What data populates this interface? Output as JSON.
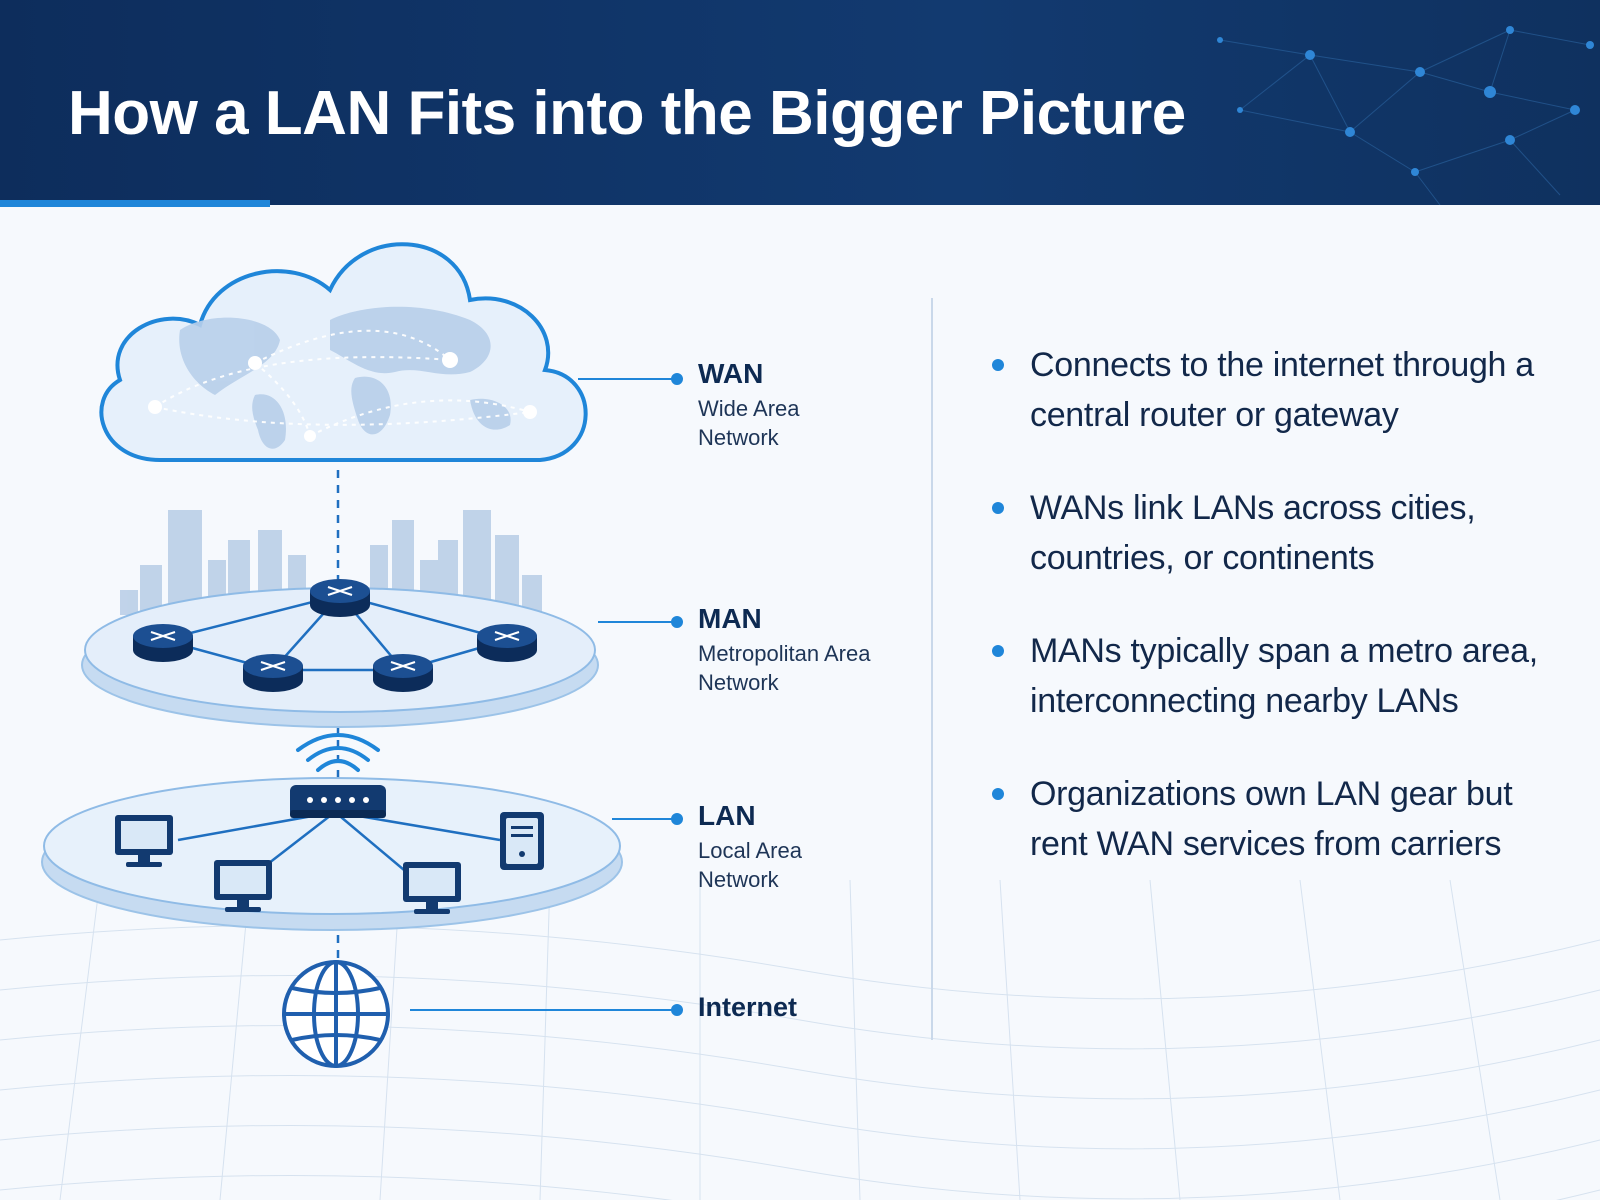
{
  "title": "How a LAN Fits into the Bigger Picture",
  "layers": [
    {
      "key": "wan",
      "name": "WAN",
      "description": "Wide Area Network",
      "icon": "cloud-world-map-icon"
    },
    {
      "key": "man",
      "name": "MAN",
      "description": "Metropolitan Area Network",
      "icon": "city-router-ring-icon"
    },
    {
      "key": "lan",
      "name": "LAN",
      "description": "Local Area Network",
      "icon": "router-computers-ring-icon"
    },
    {
      "key": "internet",
      "name": "Internet",
      "description": "",
      "icon": "globe-icon"
    }
  ],
  "wan": {
    "name": "WAN",
    "line1": "Wide Area",
    "line2": "Network"
  },
  "man": {
    "name": "MAN",
    "line1": "Metropolitan Area",
    "line2": "Network"
  },
  "lan": {
    "name": "LAN",
    "line1": "Local Area",
    "line2": "Network"
  },
  "internet": {
    "name": "Internet"
  },
  "bullets": [
    "Connects to the internet through a central router or gateway",
    "WANs link LANs across cities, countries, or continents",
    "MANs typically span a metro area, interconnecting nearby LANs",
    "Organizations own LAN gear but rent WAN services from carriers"
  ],
  "colors": {
    "header": "#0d2d5c",
    "accent": "#1f86d9",
    "title_text": "#ffffff",
    "label_text": "#0d2a52",
    "device": "#123a70",
    "disk": "#dbe9f7"
  }
}
